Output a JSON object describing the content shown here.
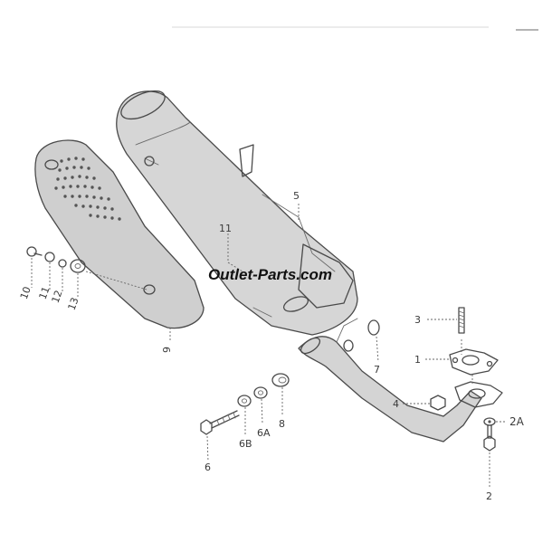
{
  "watermark": "Outlet-Parts.com",
  "labels": {
    "p1": "1",
    "p2": "2",
    "p2a": "2A",
    "p3": "3",
    "p4": "4",
    "p5": "5",
    "p6": "6",
    "p6a": "6A",
    "p6b": "6B",
    "p7": "7",
    "p8": "8",
    "p9": "9",
    "p10": "10",
    "p11a": "11",
    "p11b": "11",
    "p12": "12",
    "p13": "13"
  }
}
